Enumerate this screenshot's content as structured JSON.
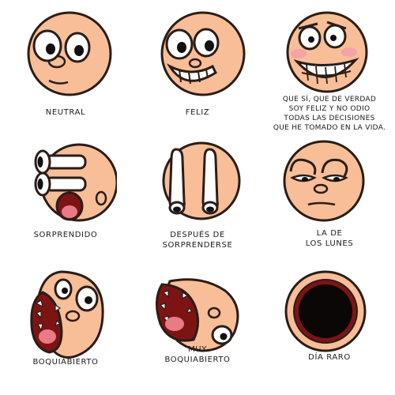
{
  "colors": {
    "skin": "#f8be98",
    "skin_shadow": "#e39b76",
    "outline": "#2a1d17",
    "mouth": "#7d1414",
    "tongue": "#ea7b86",
    "blush": "#f4a3a8"
  },
  "faces": [
    {
      "id": "neutral",
      "caption": "NEUTRAL"
    },
    {
      "id": "feliz",
      "caption": "FELIZ"
    },
    {
      "id": "muy-feliz",
      "caption": "QUE SÍ, QUE DE VERDAD\nSOY FELIZ Y NO ODIO\nTODAS LAS DECISIONES\nQUE HE TOMADO EN LA VIDA."
    },
    {
      "id": "sorprendido",
      "caption": "SORPRENDIDO"
    },
    {
      "id": "despues-sorprenderse",
      "caption": "DESPUÉS DE\nSORPRENDERSE"
    },
    {
      "id": "lunes",
      "caption": "LA DE\nLOS LUNES"
    },
    {
      "id": "boquiabierto",
      "caption": "BOQUIABIERTO"
    },
    {
      "id": "muy-boquiabierto",
      "caption": "MUY\nBOQUIABIERTO"
    },
    {
      "id": "dia-raro",
      "caption": "DÍA RARO"
    }
  ]
}
